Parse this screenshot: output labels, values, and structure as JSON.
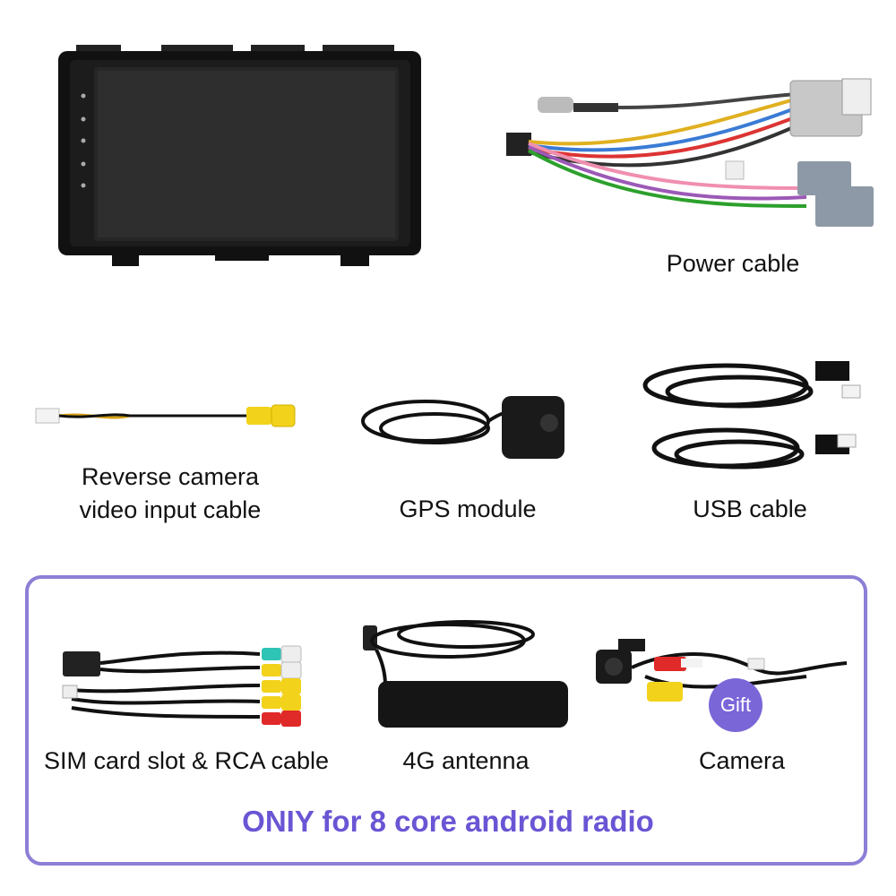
{
  "items": {
    "power_cable": "Power cable",
    "reverse_camera_line1": "Reverse camera",
    "reverse_camera_line2": "video input cable",
    "gps_module": "GPS module",
    "usb_cable": "USB cable",
    "sim_rca_cable": "SIM card slot & RCA cable",
    "antenna_4g": "4G  antenna",
    "camera": "Camera"
  },
  "gift_badge": "Gift",
  "footer_note": "ONIY for 8 core android radio",
  "colors": {
    "accent_purple": "#6a55d4",
    "box_border": "#8b7fd6",
    "gift_badge": "#7b66d8"
  }
}
